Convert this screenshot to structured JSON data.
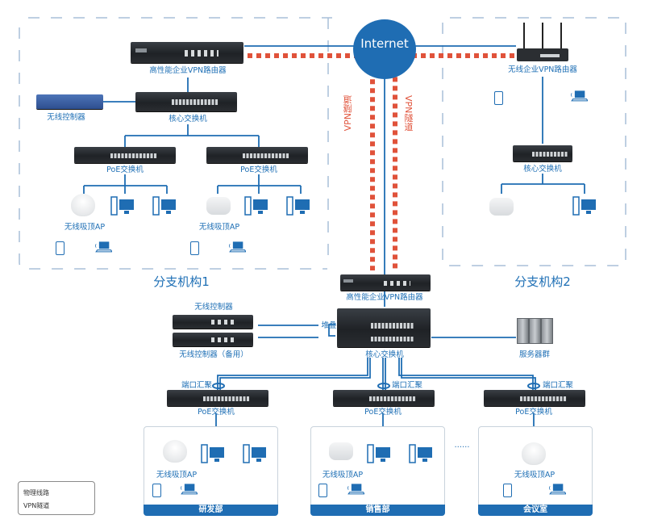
{
  "title": "企业VPN组网拓扑图",
  "internet": {
    "label": "Internet"
  },
  "vpn_tunnel_labels": [
    "VPN隧道",
    "VPN隧道"
  ],
  "colors": {
    "physical_line": "#1f6db3",
    "vpn_tunnel": "#e0523a",
    "label_text": "#1e6fb5",
    "dept_bar": "#1f6db3"
  },
  "branch1": {
    "title": "分支机构1",
    "router": "高性能企业VPN路由器",
    "controller": "无线控制器",
    "core_switch": "核心交换机",
    "poe_switches": [
      "PoE交换机",
      "PoE交换机"
    ],
    "ap_labels": [
      "无线吸顶AP",
      "无线吸顶AP"
    ]
  },
  "branch2": {
    "title": "分支机构2",
    "router": "无线企业VPN路由器",
    "core_switch": "核心交换机"
  },
  "hq": {
    "router": "高性能企业VPN路由器",
    "controller": "无线控制器",
    "controller_backup": "无线控制器（备用）",
    "stack_label": "堆叠",
    "core_switch": "核心交换机",
    "server_group": "服务器群",
    "link_aggregation": "端口汇聚",
    "poe_switch": "PoE交换机",
    "ellipsis": "……",
    "departments": [
      {
        "name": "研发部",
        "ap_label": "无线吸顶AP"
      },
      {
        "name": "销售部",
        "ap_label": "无线吸顶AP"
      },
      {
        "name": "会议室",
        "ap_label": "无线吸顶AP"
      }
    ]
  },
  "legend": {
    "items": [
      {
        "label": "物理线路",
        "style": "solid"
      },
      {
        "label": "VPN隧道",
        "style": "dashed"
      }
    ]
  }
}
